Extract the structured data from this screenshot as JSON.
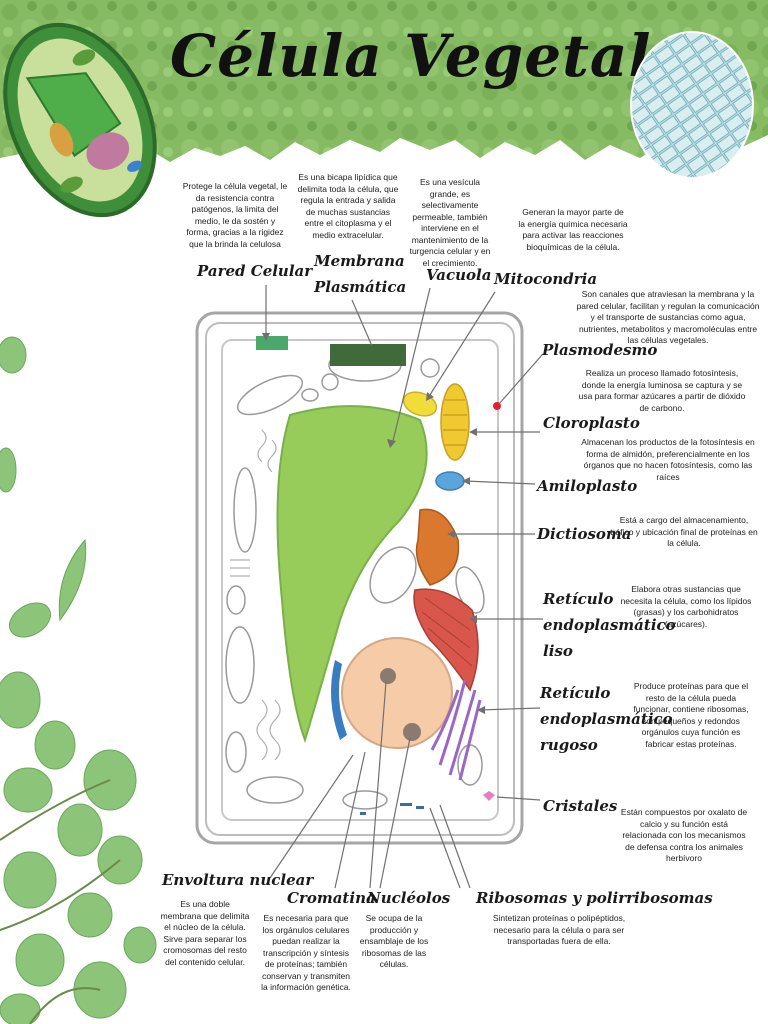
{
  "title": "Célula Vegetal",
  "labels": {
    "pared_celular": "Pared Celular",
    "membrana": "Membrana Plasmática",
    "vacuola": "Vacuola",
    "mitocondria": "Mitocondria",
    "plasmodesmo": "Plasmodesmo",
    "cloroplasto": "Cloroplasto",
    "amiloplasto": "Amiloplasto",
    "dictiosoma": "Dictiosoma",
    "re_liso": "Retículo endoplasmático liso",
    "re_rugoso": "Retículo endoplasmático rugoso",
    "cristales": "Cristales",
    "envoltura": "Envoltura nuclear",
    "cromatina": "Cromatina",
    "nucleolos": "Nucléolos",
    "ribosomas": "Ribosomas y polirribosomas"
  },
  "descriptions": {
    "pared_celular": "Protege la célula vegetal, le da resistencia contra patógenos, la limita del medio, le da sostén y forma, gracias a la rigidez que la brinda la celulosa",
    "membrana": "Es una bicapa lipídica que delimita toda la célula, que regula la entrada y salida de muchas sustancias entre el citoplasma y el medio extracelular.",
    "vacuola": "Es una vesícula grande, es selectivamente permeable, también interviene en el mantenimiento de la turgencia celular y en el crecimiento.",
    "mitocondria": "Generan la mayor parte de la energía química necesaria para activar las reacciones bioquímicas de la célula.",
    "plasmodesmo": "Son canales que atraviesan la membrana y la pared celular, facilitan y regulan la comunicación y el transporte de sustancias como agua, nutrientes, metabolitos y macromoléculas entre las células vegetales.",
    "cloroplasto": "Realiza un proceso llamado fotosíntesis, donde la energía luminosa se captura y se usa para formar azúcares a partir de dióxido de carbono.",
    "amiloplasto": "Almacenan los productos de la fotosíntesis en forma de almidón, preferencialmente en los órganos que no hacen fotosíntesis, como las raíces",
    "dictiosoma": "Está a cargo del almacenamiento, tráfico y ubicación final de proteínas en la célula.",
    "re_liso": "Elabora otras sustancias que necesita la célula, como los lípidos (grasas) y los carbohidratos (azúcares).",
    "re_rugoso": "Produce proteínas para que el resto de la célula pueda funcionar, contiene ribosomas, son pequeños y redondos orgánulos cuya función es fabricar estas proteínas.",
    "cristales": "Están compuestos por oxalato de calcio y su función está relacionada con los mecanismos de defensa contra los animales herbívoro",
    "envoltura": "Es una doble membrana que delimita el núcleo de la célula. Sirve para separar los cromosomas del resto del contenido celular.",
    "cromatina": "Es necesaria para que los orgánulos celulares puedan realizar la transcripción y síntesis de proteínas; también conservan y transmiten la información genética.",
    "nucleolos": "Se ocupa de la producción y ensamblaje de los ribosomas de las células.",
    "ribosomas": "Sintetizan proteínas o polipéptidos, necesario para la célula o para ser transportadas fuera de ella."
  },
  "colors": {
    "header_green": "#7fb55e",
    "vacuole": "#98cc5a",
    "mitochondria": "#f2dc3c",
    "chloroplast": "#f0c930",
    "amyloplast": "#5aa6dc",
    "dictyosome": "#d9782e",
    "rer": "#d9574a",
    "nucleus": "#f6cba8",
    "ser": "#9a68c4",
    "envelope": "#3a7cc0",
    "crystal": "#e37fc4"
  }
}
